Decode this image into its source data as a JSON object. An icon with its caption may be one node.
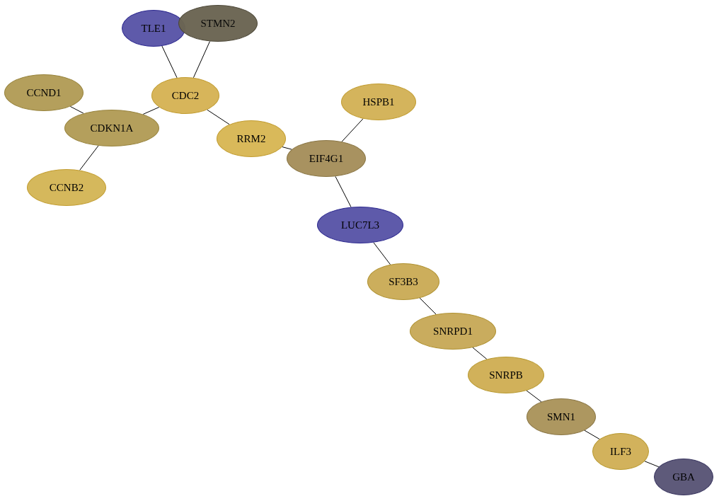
{
  "diagram": {
    "nodes": [
      {
        "text": [
          "TLE1"
        ]
      },
      {
        "text": [
          "STMN2"
        ]
      },
      {
        "text": [
          "CCND1"
        ]
      },
      {
        "text": [
          "CDC2"
        ]
      },
      {
        "text": [
          "CDKN1A"
        ]
      },
      {
        "text": [
          "HSPB1"
        ]
      },
      {
        "text": [
          "RRM2"
        ]
      },
      {
        "text": [
          "EIF4G1"
        ]
      },
      {
        "text": [
          "CCNB2"
        ]
      },
      {
        "text": [
          "LUC7L3"
        ]
      },
      {
        "text": [
          "SF3B3"
        ]
      },
      {
        "text": [
          "SNRPD1"
        ]
      },
      {
        "text": [
          "SNRPB"
        ]
      },
      {
        "text": [
          "SMN1"
        ]
      },
      {
        "text": [
          "ILF3"
        ]
      },
      {
        "text": [
          "GBA"
        ]
      }
    ],
    "edges": [
      {
        "from": 0,
        "to": 3,
        "arrow": "none"
      },
      {
        "from": 1,
        "to": 3,
        "arrow": "none"
      },
      {
        "from": 2,
        "to": 4,
        "arrow": "none"
      },
      {
        "from": 4,
        "to": 3,
        "arrow": "none"
      },
      {
        "from": 4,
        "to": 8,
        "arrow": "none"
      },
      {
        "from": 3,
        "to": 6,
        "arrow": "none"
      },
      {
        "from": 6,
        "to": 7,
        "arrow": "none"
      },
      {
        "from": 5,
        "to": 7,
        "arrow": "none"
      },
      {
        "from": 7,
        "to": 9,
        "arrow": "none"
      },
      {
        "from": 9,
        "to": 10,
        "arrow": "none"
      },
      {
        "from": 10,
        "to": 11,
        "arrow": "none"
      },
      {
        "from": 11,
        "to": 12,
        "arrow": "none"
      },
      {
        "from": 12,
        "to": 13,
        "arrow": "none"
      },
      {
        "from": 13,
        "to": 14,
        "arrow": "none"
      },
      {
        "from": 14,
        "to": 15,
        "arrow": "none"
      }
    ]
  }
}
